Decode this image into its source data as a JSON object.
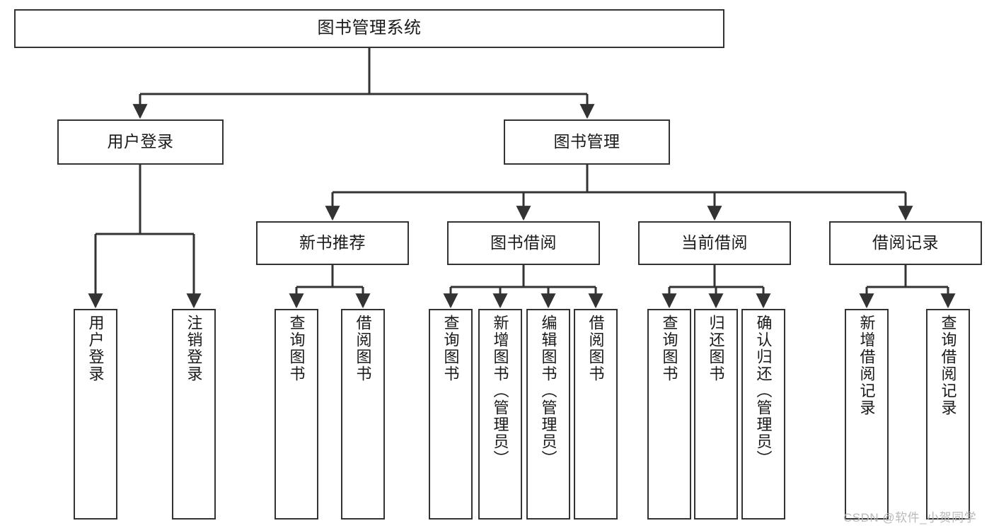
{
  "diagram": {
    "title": "图书管理系统",
    "type": "tree-hierarchy-diagram",
    "colors": {
      "box_border": "#333333",
      "box_fill": "#ffffff",
      "edge": "#333333",
      "text": "#1a1a1a",
      "watermark": "#b9b9b9",
      "background": "#ffffff"
    },
    "root": {
      "label": "图书管理系统"
    },
    "level1": [
      {
        "label": "用户登录"
      },
      {
        "label": "图书管理"
      }
    ],
    "level2": [
      {
        "label": "新书推荐"
      },
      {
        "label": "图书借阅"
      },
      {
        "label": "当前借阅"
      },
      {
        "label": "借阅记录"
      }
    ],
    "leaves": {
      "user_login": [
        {
          "label": "用户登录"
        },
        {
          "label": "注销登录"
        }
      ],
      "new_book_recommend": [
        {
          "label": "查询图书"
        },
        {
          "label": "借阅图书"
        }
      ],
      "book_borrow": [
        {
          "label": "查询图书"
        },
        {
          "label": "新增图书（管理员）"
        },
        {
          "label": "编辑图书（管理员）"
        },
        {
          "label": "借阅图书"
        }
      ],
      "current_borrow": [
        {
          "label": "查询图书"
        },
        {
          "label": "归还图书"
        },
        {
          "label": "确认归还（管理员）"
        }
      ],
      "borrow_record": [
        {
          "label": "新增借阅记录"
        },
        {
          "label": "查询借阅记录"
        }
      ]
    },
    "watermark": "CSDN @软件_小贺同学"
  }
}
